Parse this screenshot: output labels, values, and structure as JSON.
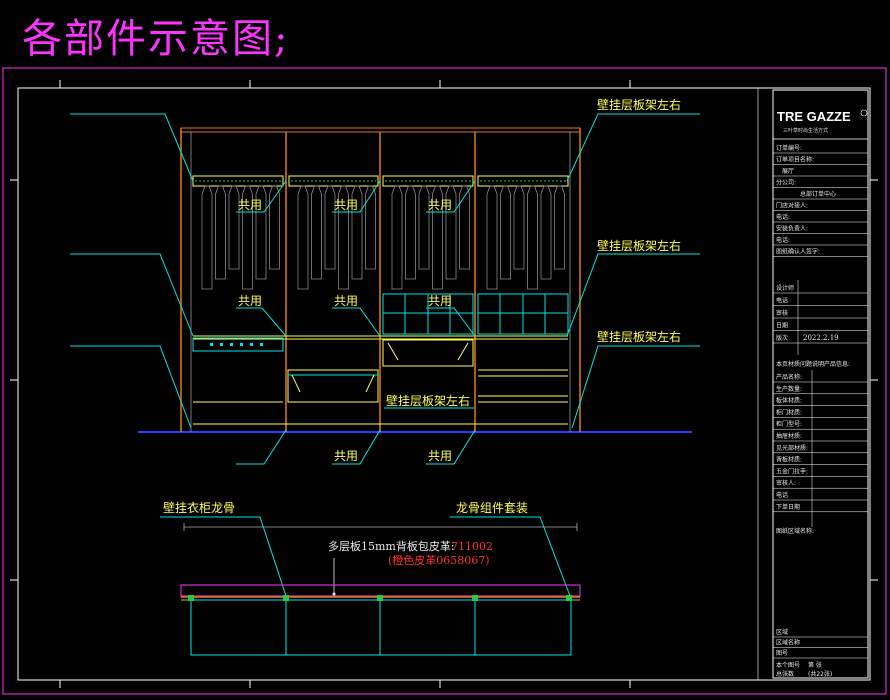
{
  "title": "各部件示意图;",
  "elevation": {
    "callouts": [
      "壁挂层板架左右",
      "壁挂层板架左右",
      "壁挂层板架左右",
      "壁挂层板架左右"
    ],
    "shared_label": "共用"
  },
  "section": {
    "left_label": "壁挂衣柜龙骨",
    "right_label": "龙骨组件套装",
    "dim_text": "多层板15mm背板包皮革:",
    "leather_code": "711002",
    "leather_note": "(橙色皮革0658067)"
  },
  "title_block": {
    "logo": "TRE GAZZE",
    "logo_sub": "三叶草时尚生活方式",
    "rows": [
      "订单编号:",
      "订单项目名称:",
      "展厅",
      "分公司:",
      "总部订单中心",
      "门店对接人:",
      "电话:",
      "安装负责人:",
      "电话:",
      "图纸确认人签字:"
    ],
    "roles": [
      "设计师",
      "电话",
      "审核",
      "日期",
      "版次"
    ],
    "date": "2022.2.19",
    "materials_note": "本页材质问题说明产品信息:",
    "fields": [
      "产品名称:",
      "生产数量:",
      "板体材质:",
      "柜门材质:",
      "柜门型号:",
      "抽屉材质:",
      "见光部材质:",
      "背板材质:",
      "五金门拉手:",
      "审核人:",
      "电话",
      "下单日期"
    ],
    "remark": "图纸区域名称:",
    "bottom_rows": [
      "区域",
      "区域名称",
      "图号"
    ],
    "page_label": "本个图号",
    "page_value": "第 张",
    "total_label": "总张数",
    "total_value": "(共22张)"
  },
  "colors": {
    "cyan": "#00e5e5",
    "yellow": "#ffff55",
    "orange": "#e07a1a",
    "magenta": "#ff33ff",
    "blue": "#2244ff",
    "red": "#ff3030",
    "green": "#22cc44"
  }
}
